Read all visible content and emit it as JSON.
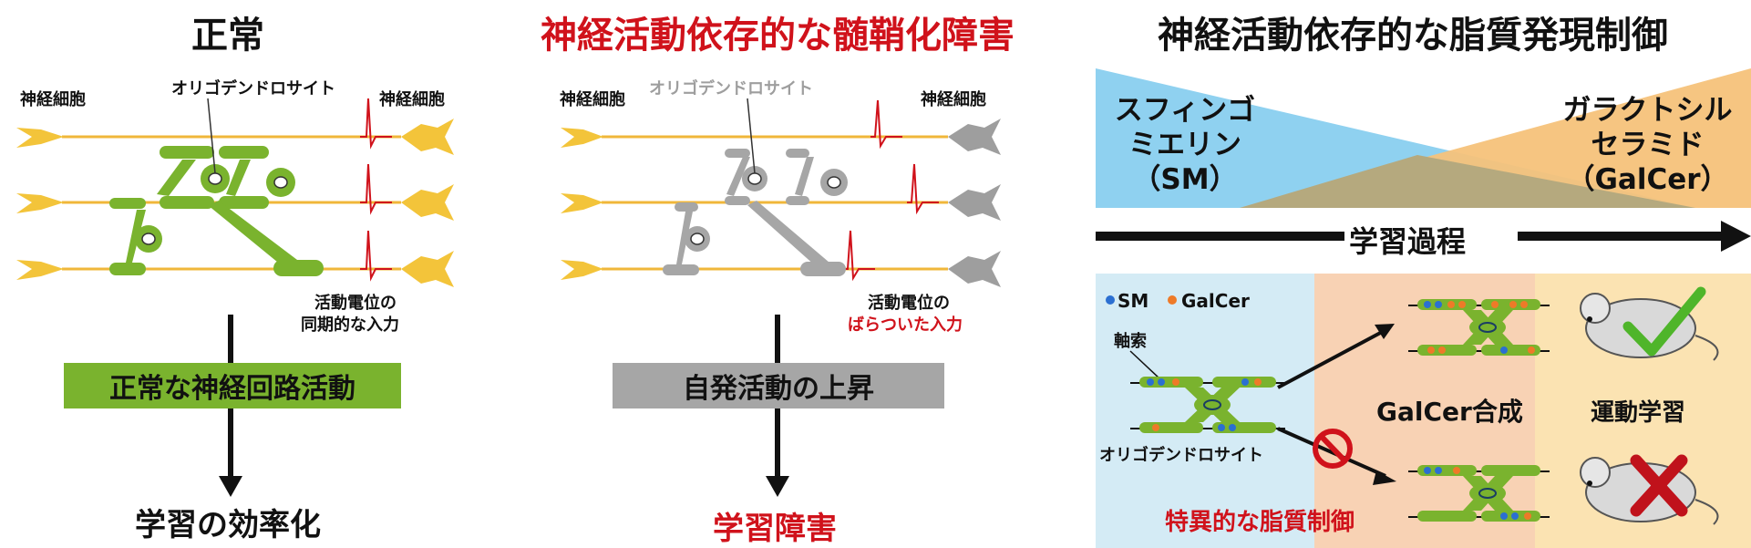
{
  "panel_normal": {
    "title": "正常",
    "neuron_left": "神経細胞",
    "neuron_right": "神経細胞",
    "oligo": "オリゴデンドロサイト",
    "input_line1": "活動電位の",
    "input_line2": "同期的な入力",
    "box": "正常な神経回路活動",
    "result": "学習の効率化"
  },
  "panel_impaired": {
    "title": "神経活動依存的な髄鞘化障害",
    "neuron_left": "神経細胞",
    "neuron_right": "神経細胞",
    "oligo": "オリゴデンドロサイト",
    "input_line1": "活動電位の",
    "input_line2": "ばらついた入力",
    "box": "自発活動の上昇",
    "result": "学習障害"
  },
  "panel_lipid": {
    "title": "神経活動依存的な脂質発現制御",
    "sm_label": [
      "スフィンゴ",
      "ミエリン",
      "（SM）"
    ],
    "galcer_label": [
      "ガラクトシル",
      "セラミド",
      "（GalCer）"
    ],
    "arrow_label": "学習過程",
    "legend_sm": "SM",
    "legend_galcer": "GalCer",
    "axon": "軸索",
    "oligo": "オリゴデンドロサイト",
    "synthesis": "GalCer合成",
    "motor": "運動学習",
    "regulation": "特異的な脂質制御"
  },
  "colors": {
    "green": "#7ab32e",
    "gray": "#a6a6a6",
    "red": "#d0121b",
    "blue_bg": "#d4ebf5",
    "peach_bg": "#f8d2b4",
    "yellow_bg": "#fbe3b2",
    "sm_blue": "#8fd1f0",
    "galcer_orange": "#f5c27a"
  }
}
